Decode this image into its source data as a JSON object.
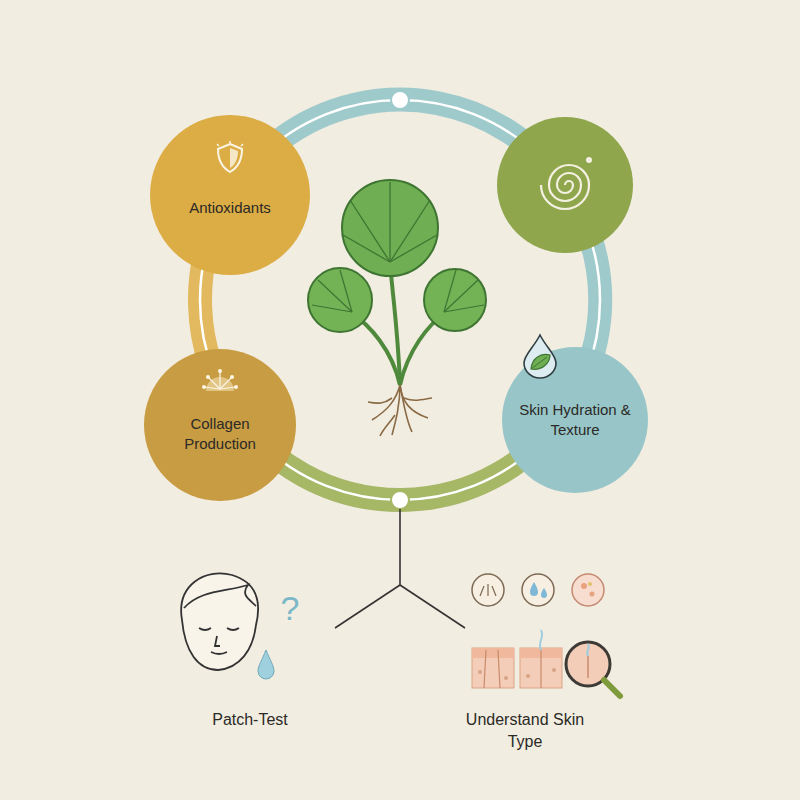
{
  "diagram": {
    "nodes": [
      {
        "text": [
          "Antioxidants"
        ]
      },
      {
        "text": [
          "Collagen Production"
        ]
      },
      {
        "text": [
          "Skin Hydration & Texture"
        ]
      }
    ],
    "edges": [],
    "labels": [
      "?",
      "Patch-Test",
      "Understand Skin Type"
    ]
  }
}
